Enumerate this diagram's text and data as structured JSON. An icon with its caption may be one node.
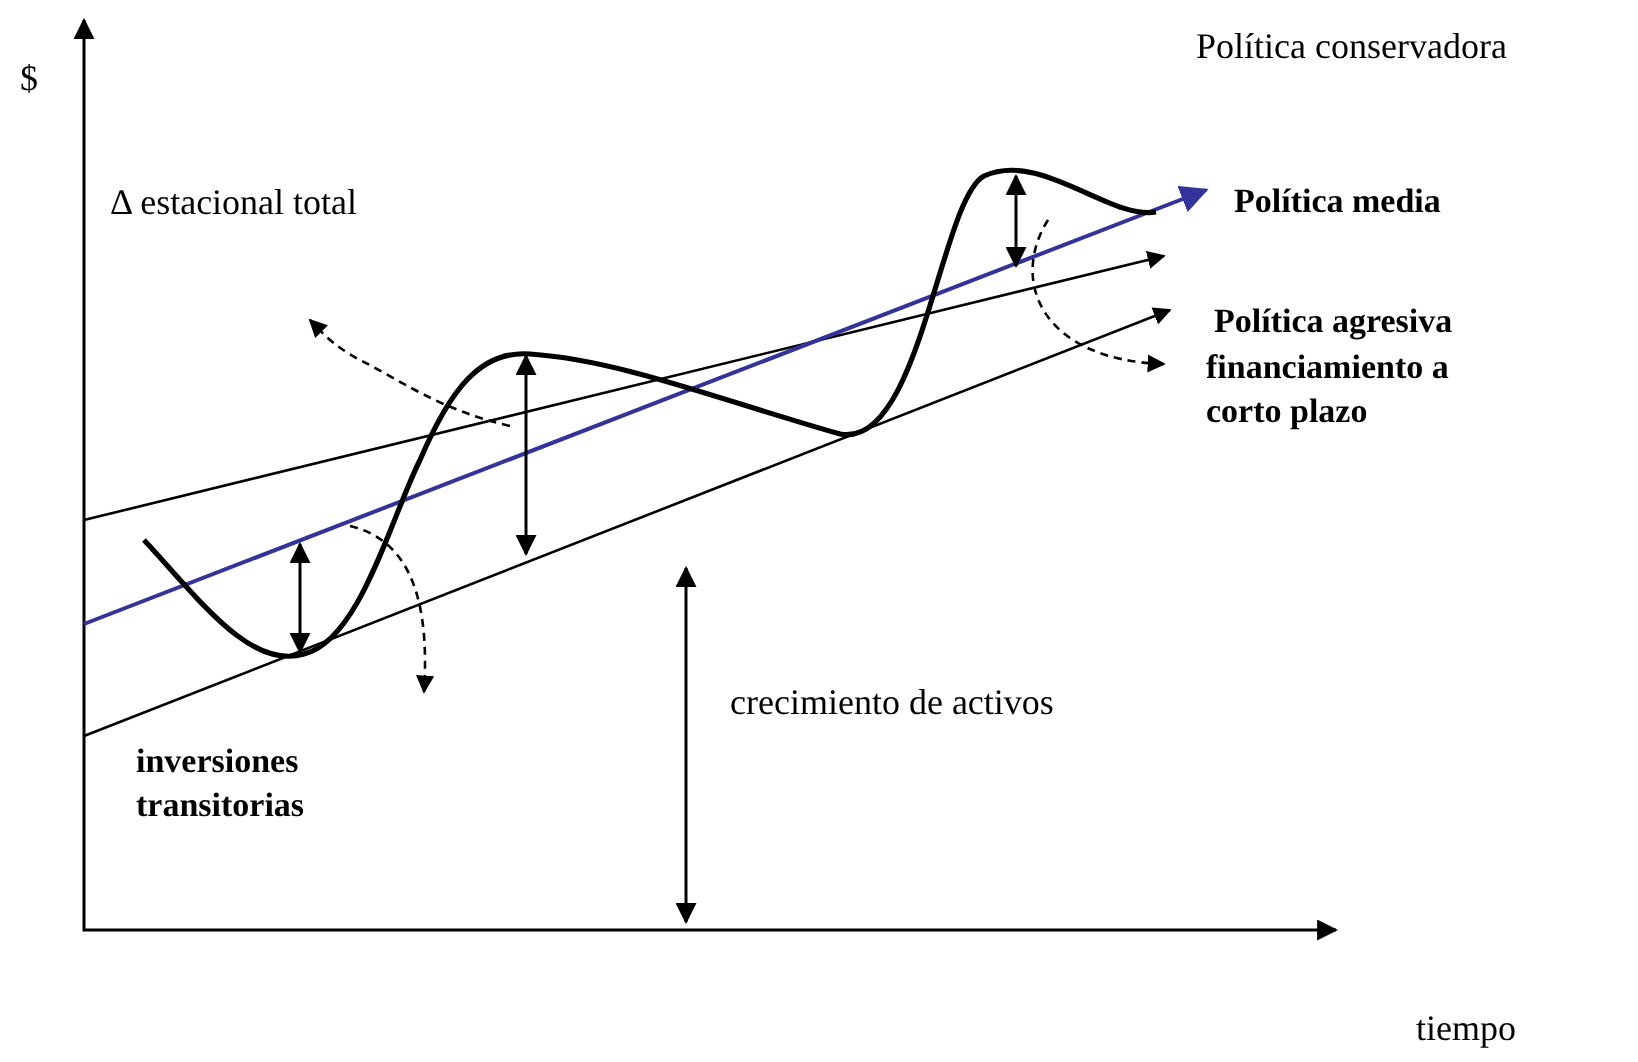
{
  "diagram": {
    "labels": [
      "Política conservadora",
      "$",
      "Δ estacional total",
      "Política media",
      "Política agresiva",
      "financiamiento a corto plazo",
      "crecimiento de activos",
      "inversiones transitorias",
      "tiempo"
    ]
  }
}
